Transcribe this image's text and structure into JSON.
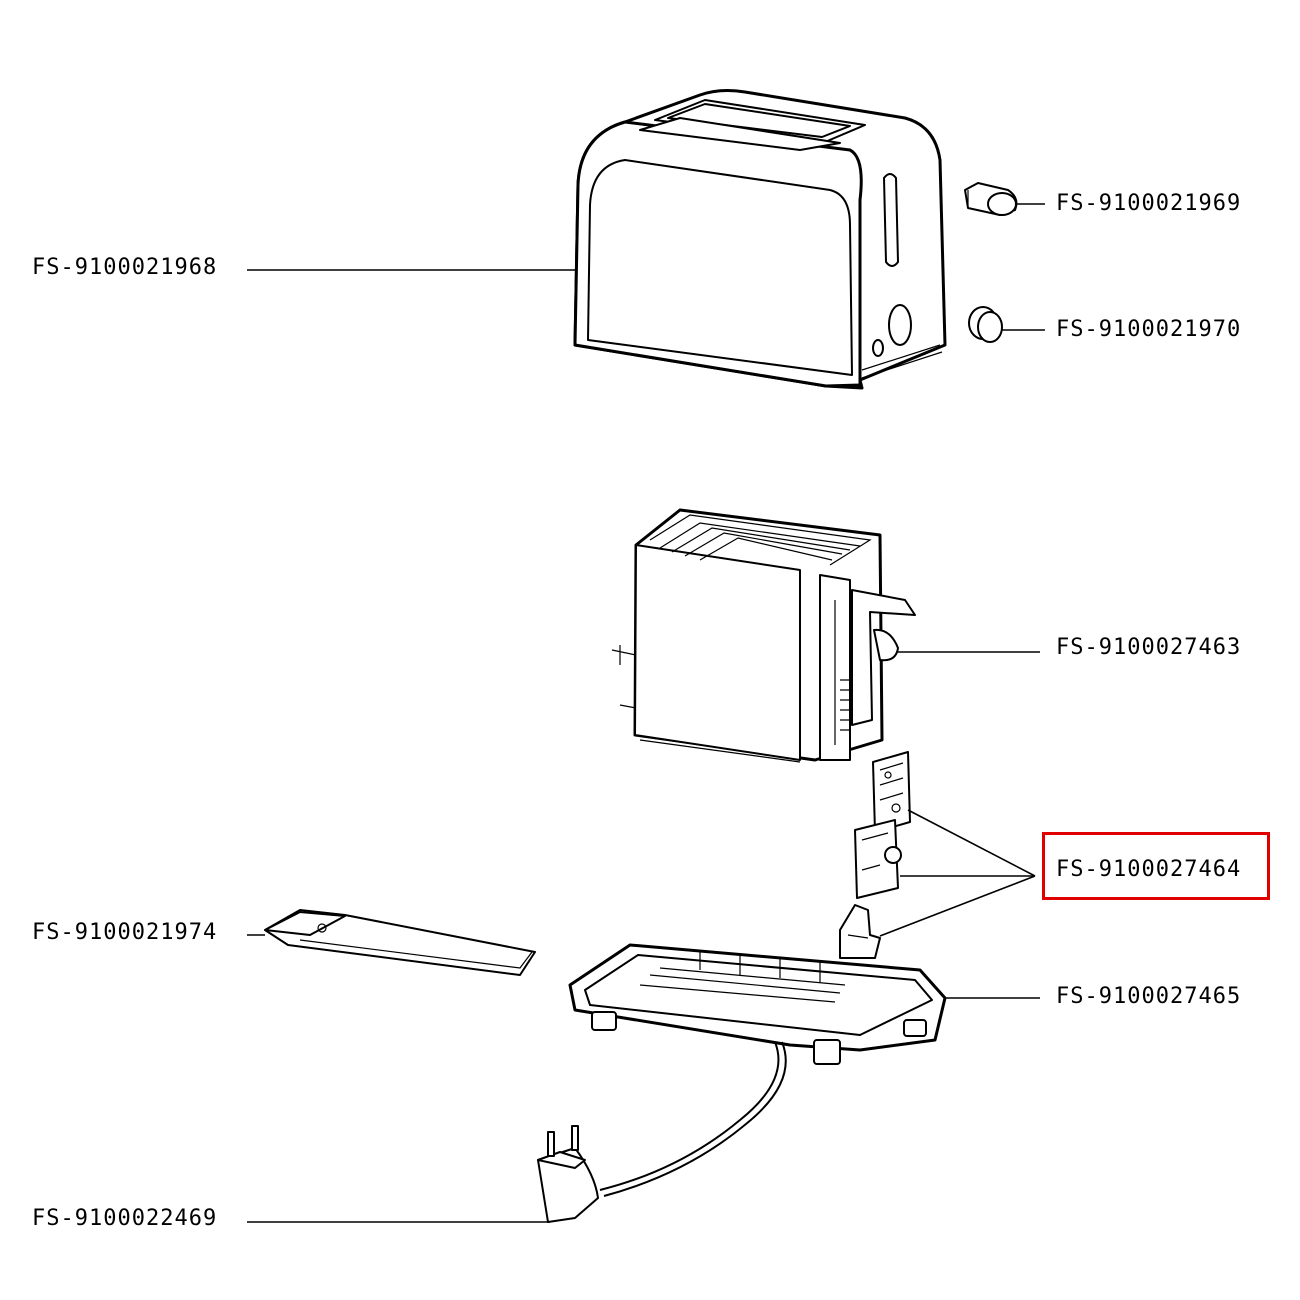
{
  "labels": {
    "housing": "FS-9100021968",
    "knob_lever": "FS-9100021969",
    "knob_dial": "FS-9100021970",
    "chassis": "FS-9100027463",
    "circuit_board": "FS-9100027464",
    "crumb_tray": "FS-9100021974",
    "base": "FS-9100027465",
    "power_cord": "FS-9100022469"
  },
  "highlight": {
    "part": "circuit_board",
    "color": "#e00000"
  }
}
